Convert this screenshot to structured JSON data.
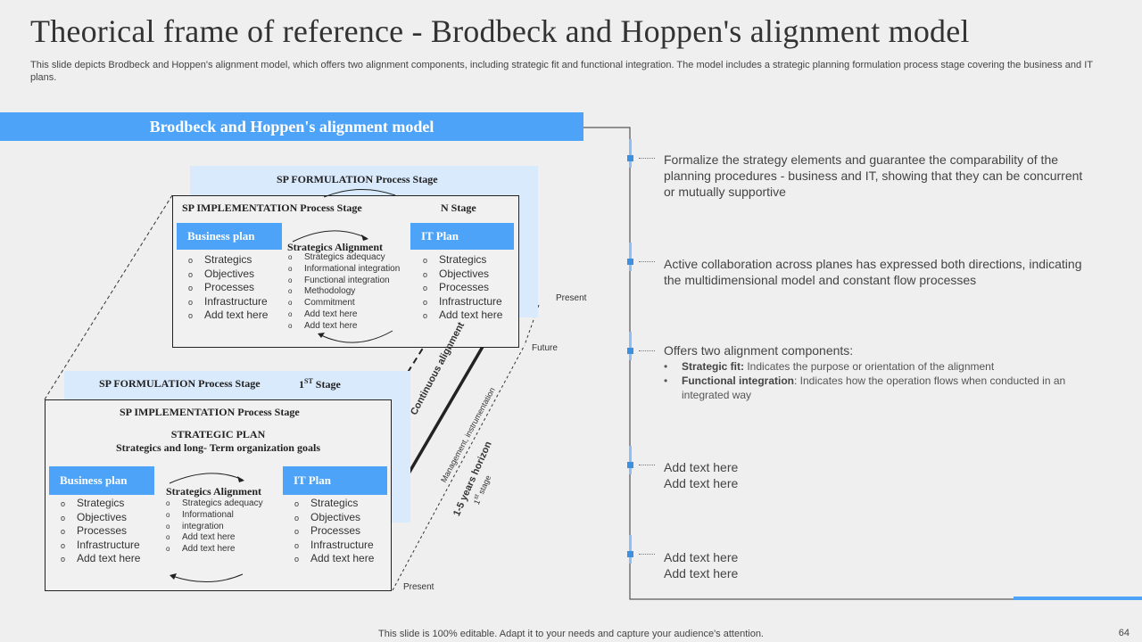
{
  "header": {
    "title": "Theorical frame of reference - Brodbeck and Hoppen's alignment model",
    "subtitle": "This slide depicts Brodbeck and Hoppen's alignment model, which offers two alignment components, including strategic fit and functional integration. The model includes a strategic planning formulation process stage covering the business and IT plans."
  },
  "banner": {
    "label": "Brodbeck and Hoppen's alignment model"
  },
  "diagram": {
    "top_stage": {
      "formulation_label": "SP FORMULATION Process Stage",
      "implementation_label": "SP IMPLEMENTATION Process Stage",
      "stage_label": "N Stage",
      "business_plan_label": "Business plan",
      "it_plan_label": "IT Plan",
      "alignment_label": "Strategics Alignment",
      "business_items": [
        "Strategics",
        "Objectives",
        "Processes",
        "Infrastructure",
        "Add text here"
      ],
      "it_items": [
        "Strategics",
        "Objectives",
        "Processes",
        "Infrastructure",
        "Add text here"
      ],
      "alignment_items": [
        "Strategics adequacy",
        "Informational integration",
        "Functional integration",
        "Methodology",
        "Commitment",
        "Add text here",
        "Add text here"
      ]
    },
    "bottom_stage": {
      "formulation_label": "SP FORMULATION Process Stage",
      "stage_label_main": "1",
      "stage_label_sup": "ST",
      "stage_label_rest": " Stage",
      "implementation_label": "SP IMPLEMENTATION Process Stage",
      "strategic_plan_label": "STRATEGIC PLAN",
      "strategic_plan_sub": "Strategics and long- Term organization goals",
      "business_plan_label": "Business plan",
      "it_plan_label": "IT Plan",
      "alignment_label": "Strategics Alignment",
      "business_items": [
        "Strategics",
        "Objectives",
        "Processes",
        "Infrastructure",
        "Add text here"
      ],
      "it_items": [
        "Strategics",
        "Objectives",
        "Processes",
        "Infrastructure",
        "Add text here"
      ],
      "alignment_items": [
        "Strategics adequacy",
        "Informational",
        "integration",
        "Add text here",
        "Add text here"
      ]
    },
    "axis": {
      "present_top": "Present",
      "future": "Future",
      "present_bottom": "Present",
      "continuous_alignment": "Continuous alignment",
      "management_instrumentation": "Management, instrumentation",
      "horizon": "1-5 years horizon",
      "stage_1_main": "1",
      "stage_1_sup": "st",
      "stage_1_rest": " stage"
    }
  },
  "points": [
    {
      "text": "Formalize the strategy elements and guarantee the comparability of the planning procedures - business and IT, showing that they can be concurrent or mutually supportive"
    },
    {
      "text": "Active collaboration across planes has expressed both directions, indicating the multidimensional model and constant flow processes"
    },
    {
      "text": "Offers two alignment components:",
      "bullets": [
        {
          "bold": "Strategic fit:",
          "rest": " Indicates the purpose or orientation of the alignment"
        },
        {
          "bold": "Functional integration",
          "rest": ": Indicates how the operation flows when conducted in an integrated way"
        }
      ]
    },
    {
      "line1": "Add text here",
      "line2": "Add text here"
    },
    {
      "line1": "Add text here",
      "line2": "Add text here"
    }
  ],
  "footer": {
    "note": "This slide is 100% editable. Adapt it to your needs and capture your audience's attention.",
    "page": "64"
  },
  "colors": {
    "accent": "#4da3f7",
    "light_accent": "#d9eafc",
    "background": "#efefef"
  }
}
